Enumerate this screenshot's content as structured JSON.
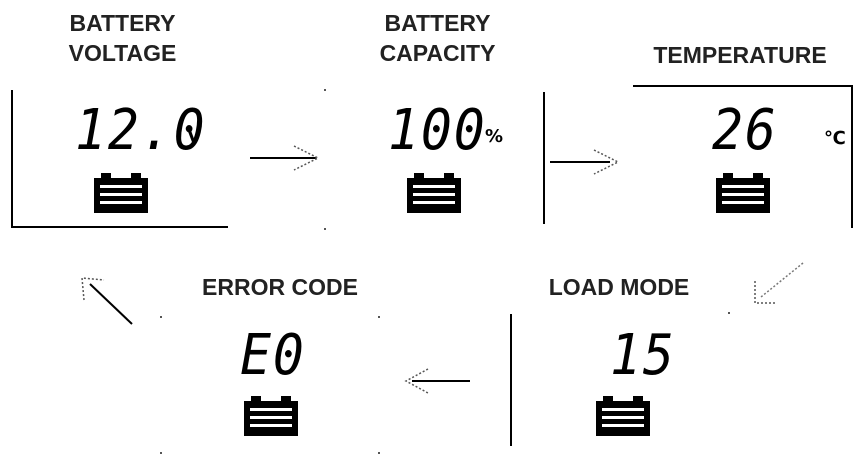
{
  "panels": [
    {
      "label": "BATTERY\nVOLTAGE",
      "value": "12.0",
      "unit": "V"
    },
    {
      "label": "BATTERY\nCAPACITY",
      "value": "100",
      "unit": "%"
    },
    {
      "label": "TEMPERATURE",
      "value": "26",
      "unit": "℃"
    },
    {
      "label": "ERROR CODE",
      "value": "E0",
      "unit": ""
    },
    {
      "label": "LOAD MODE",
      "value": "15",
      "unit": ""
    }
  ],
  "icons": {
    "battery": "battery-icon",
    "arrow": "arrow-icon"
  },
  "colors": {
    "display": "#000000",
    "label": "#222222"
  }
}
